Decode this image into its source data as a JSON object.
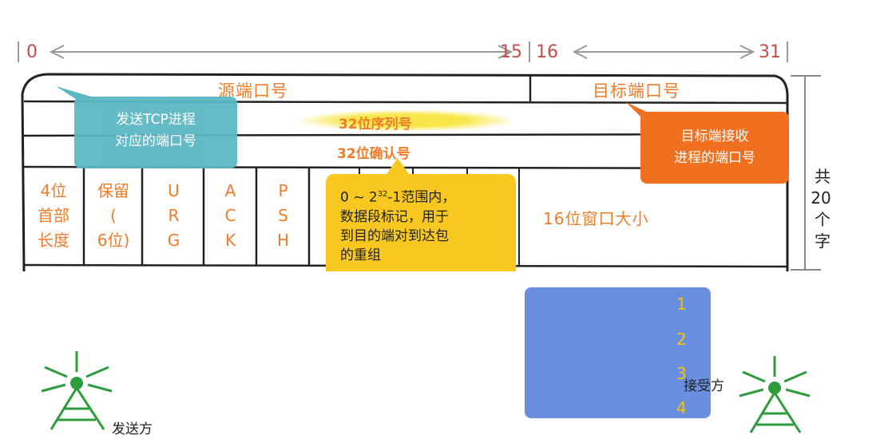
{
  "ruler": {
    "n0": "0",
    "n15": "15",
    "n16": "16",
    "n31": "31"
  },
  "header": {
    "src_port": "源端口号",
    "dst_port": "目标端口号"
  },
  "rows": {
    "seq": "32位序列号",
    "ack": "32位确认号"
  },
  "fields": {
    "header_len": [
      "4位",
      "首部",
      "长度"
    ],
    "reserved": [
      "保留",
      "(",
      "6位)"
    ],
    "urg": [
      "U",
      "R",
      "G"
    ],
    "ack": [
      "A",
      "C",
      "K"
    ],
    "psh": [
      "P",
      "S",
      "H"
    ],
    "window": "16位窗口大小"
  },
  "notes": {
    "sender_port": [
      "发送TCP进程",
      "对应的端口号"
    ],
    "receiver_port": [
      "目标端接收",
      "进程的端口号"
    ],
    "range": {
      "l1_pre": "0 ~ 2",
      "sup": "32",
      "l1_post": "-1范围内，",
      "l2": "数据段标记，用于",
      "l3": "到目的端对到达包",
      "l4": "的重组"
    }
  },
  "side_total": [
    "共",
    "20",
    "个",
    "字"
  ],
  "packets": [
    "1",
    "2",
    "3",
    "4"
  ],
  "sender_label": "发送方",
  "receiver_label": "接受方",
  "colors": {
    "ruler": "#c0504d",
    "orange_text": "#f07c2a",
    "teal_note": "#5cb8c4",
    "orange_note": "#f07020",
    "yellow_note": "#f8c820",
    "blue_box": "#6a8fe0",
    "tower": "#2e9c3c"
  }
}
